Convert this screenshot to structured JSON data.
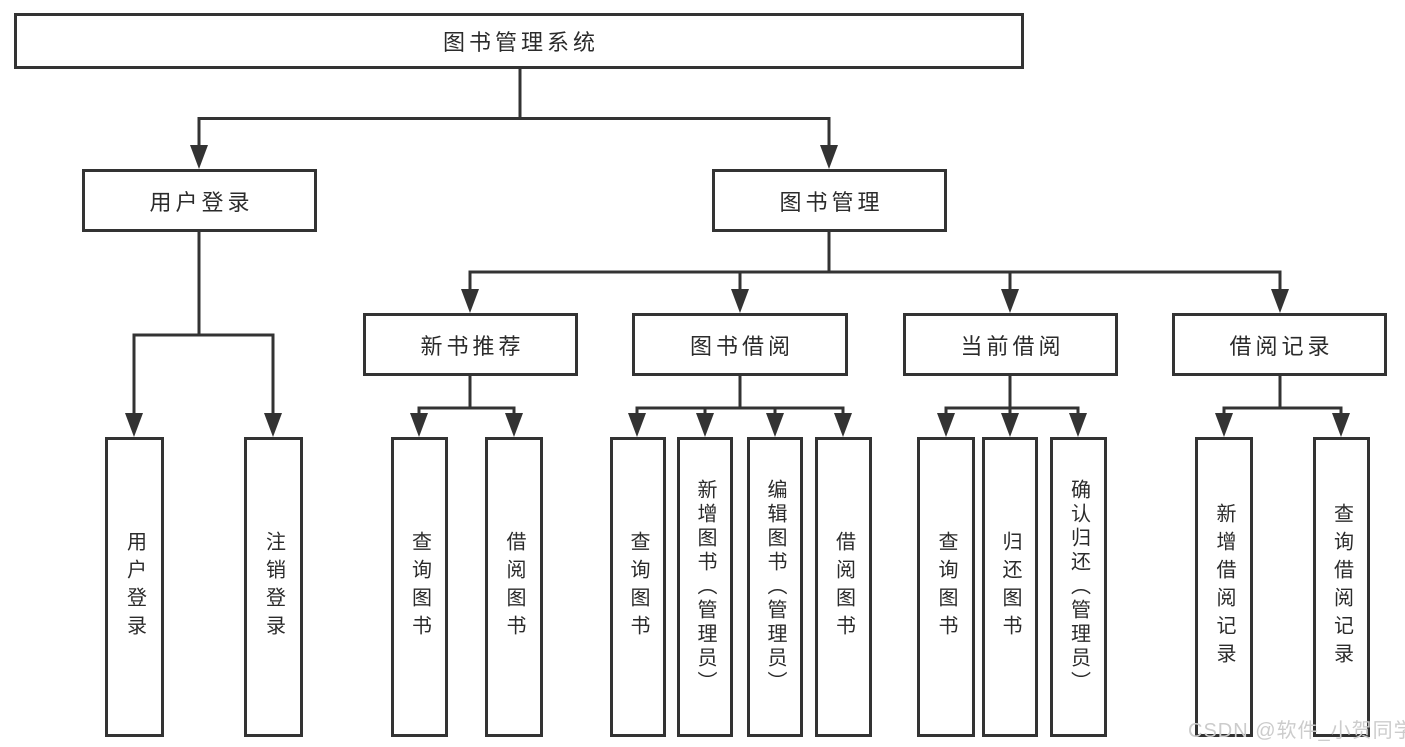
{
  "tree": {
    "root_label": "图书管理系统",
    "branches": [
      {
        "label": "用户登录",
        "children": [
          "用户登录",
          "注销登录"
        ]
      },
      {
        "label": "图书管理",
        "sections": [
          {
            "label": "新书推荐",
            "children": [
              "查询图书",
              "借阅图书"
            ]
          },
          {
            "label": "图书借阅",
            "children": [
              "查询图书",
              "新增图书（管理员）",
              "编辑图书（管理员）",
              "借阅图书"
            ]
          },
          {
            "label": "当前借阅",
            "children": [
              "查询图书",
              "归还图书",
              "确认归还（管理员）"
            ]
          },
          {
            "label": "借阅记录",
            "children": [
              "新增借阅记录",
              "查询借阅记录"
            ]
          }
        ]
      }
    ]
  },
  "watermark": {
    "text": "CSDN @软件_小贺同学"
  },
  "colors": {
    "line": "#333333",
    "text": "#2b2b2b",
    "watermark": "#cccccc",
    "background": "#ffffff"
  }
}
